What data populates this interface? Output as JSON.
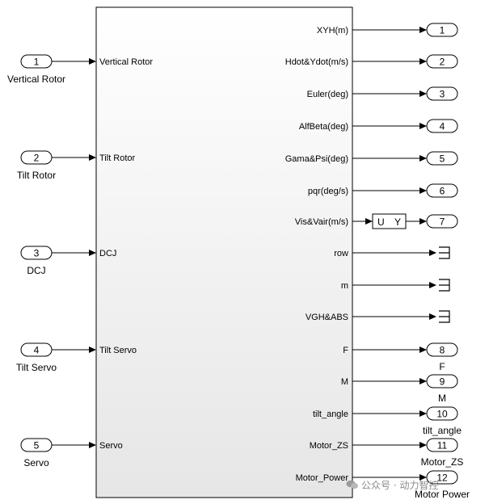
{
  "inputs": [
    {
      "num": "1",
      "block_label": "Vertical Rotor",
      "port_label": "Vertical Rotor"
    },
    {
      "num": "2",
      "block_label": "Tilt Rotor",
      "port_label": "Tilt Rotor"
    },
    {
      "num": "3",
      "block_label": "DCJ",
      "port_label": "DCJ"
    },
    {
      "num": "4",
      "block_label": "Tilt Servo",
      "port_label": "Tilt Servo"
    },
    {
      "num": "5",
      "block_label": "Servo",
      "port_label": "Servo"
    }
  ],
  "outputs": [
    {
      "port_label": "XYH(m)",
      "kind": "outport",
      "num": "1",
      "block_label": ""
    },
    {
      "port_label": "Hdot&Ydot(m/s)",
      "kind": "outport",
      "num": "2",
      "block_label": ""
    },
    {
      "port_label": "Euler(deg)",
      "kind": "outport",
      "num": "3",
      "block_label": ""
    },
    {
      "port_label": "AlfBeta(deg)",
      "kind": "outport",
      "num": "4",
      "block_label": ""
    },
    {
      "port_label": "Gama&Psi(deg)",
      "kind": "outport",
      "num": "5",
      "block_label": ""
    },
    {
      "port_label": "pqr(deg/s)",
      "kind": "outport",
      "num": "6",
      "block_label": ""
    },
    {
      "port_label": "Vis&Vair(m/s)",
      "kind": "outport_via_selector",
      "num": "7",
      "block_label": ""
    },
    {
      "port_label": "row",
      "kind": "terminator",
      "num": "",
      "block_label": ""
    },
    {
      "port_label": "m",
      "kind": "terminator",
      "num": "",
      "block_label": ""
    },
    {
      "port_label": "VGH&ABS",
      "kind": "terminator",
      "num": "",
      "block_label": ""
    },
    {
      "port_label": "F",
      "kind": "outport",
      "num": "8",
      "block_label": "F"
    },
    {
      "port_label": "M",
      "kind": "outport",
      "num": "9",
      "block_label": "M"
    },
    {
      "port_label": "tilt_angle",
      "kind": "outport",
      "num": "10",
      "block_label": "tilt_angle"
    },
    {
      "port_label": "Motor_ZS",
      "kind": "outport",
      "num": "11",
      "block_label": "Motor_ZS"
    },
    {
      "port_label": "Motor_Power",
      "kind": "outport",
      "num": "12",
      "block_label": "Motor Power"
    }
  ],
  "selector": {
    "left": "U",
    "right": "Y"
  },
  "watermark": "公众号 · 动力智控",
  "colors": {
    "line": "#000000",
    "block_fill": "#ffffff",
    "subsystem_grad_bottom": "#e9e9e9"
  }
}
